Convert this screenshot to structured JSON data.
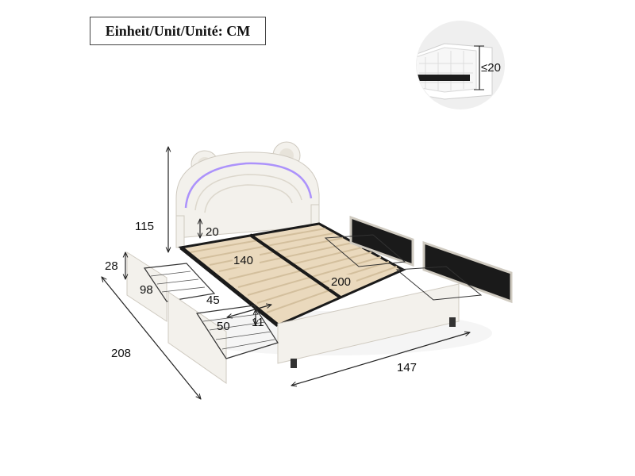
{
  "unit_label": "Einheit/Unit/Unité: CM",
  "mattress": {
    "thickness_label": "≤20"
  },
  "dimensions": {
    "headboard_height": "115",
    "leg_height": "20",
    "inner_width": "140",
    "inner_length": "200",
    "drawer_height": "28",
    "drawer_length": "98",
    "drawer_depth": "45",
    "basket_width": "50",
    "basket_height": "11",
    "total_length": "208",
    "total_width": "147"
  },
  "colors": {
    "upholstery": "#f3f1ec",
    "frame": "#1a1a1a",
    "slats": "#ead9bd",
    "led": "#9a7bff"
  }
}
